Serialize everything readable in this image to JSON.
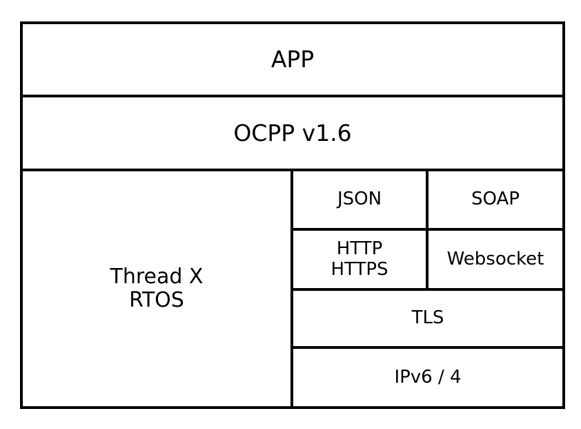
{
  "diagram": {
    "app_label": "APP",
    "ocpp_label": "OCPP v1.6",
    "rtos_lines": [
      "Thread X",
      "RTOS"
    ],
    "json_label": "JSON",
    "soap_label": "SOAP",
    "http_lines": [
      "HTTP",
      "HTTPS"
    ],
    "websocket_label": "Websocket",
    "tls_label": "TLS",
    "ip_label": "IPv6 / 4"
  }
}
